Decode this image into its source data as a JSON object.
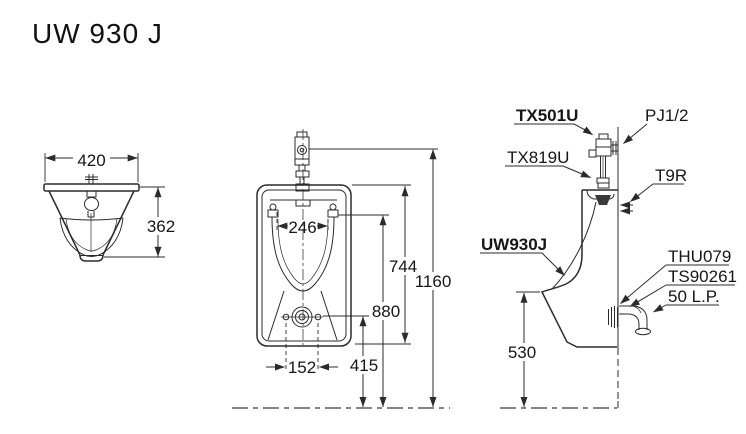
{
  "title": "UW 930 J",
  "colors": {
    "line": "#2b2b2b",
    "text": "#161616",
    "background": "#ffffff"
  },
  "dimensions_mm": {
    "top_view": {
      "width": "420",
      "depth": "362"
    },
    "front_view": {
      "spud_span": "246",
      "body_height": "744",
      "inlet_height": "1160",
      "hanger_height": "880",
      "outlet_height": "415",
      "bolt_span": "152"
    },
    "side_view": {
      "rim_height": "530"
    }
  },
  "part_labels": {
    "flush_valve": "TX501U",
    "supply_thread": "PJ1/2",
    "flush_pipe": "TX819U",
    "hanger": "T9R",
    "model": "UW930J",
    "spud": "THU079",
    "socket": "TS90261",
    "drain": "50 L.P."
  }
}
